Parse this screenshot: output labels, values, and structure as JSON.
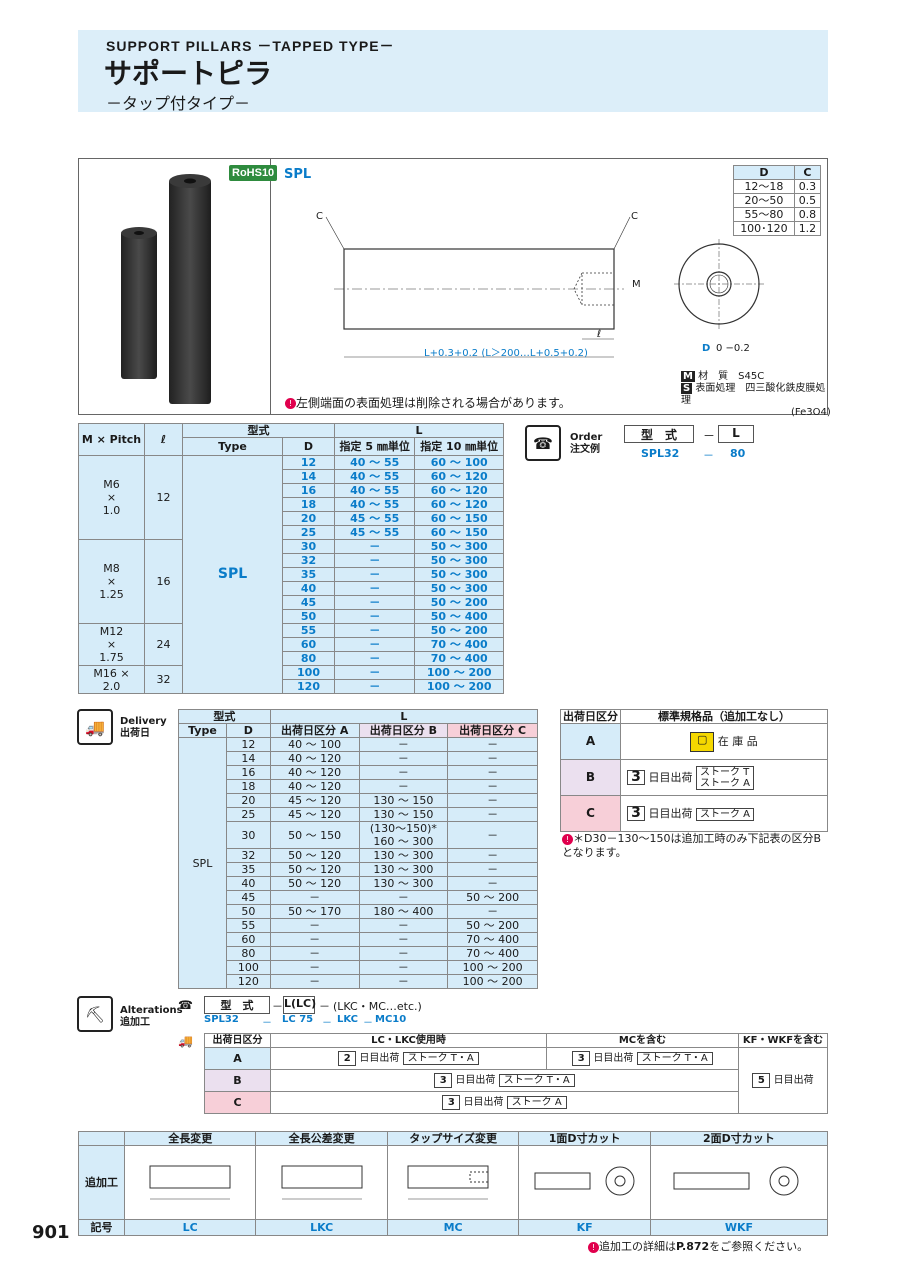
{
  "header": {
    "title_en": "SUPPORT PILLARS －TAPPED TYPE－",
    "title_jp": "サポートピラ",
    "subtitle_jp": "－タップ付タイプ－"
  },
  "product": {
    "rohs": "RoHS10",
    "code": "SPL",
    "drawing": {
      "c": "C",
      "m": "M",
      "l_note": "L+0.3+0.2 (L＞200…L+0.5+0.2)",
      "l_label": "L",
      "ell": "ℓ",
      "d_label": "D",
      "d_tol": "0 −0.2"
    },
    "c_table": {
      "headers": [
        "D",
        "C"
      ],
      "rows": [
        [
          "12～18",
          "0.3"
        ],
        [
          "20～50",
          "0.5"
        ],
        [
          "55～80",
          "0.8"
        ],
        [
          "100･120",
          "1.2"
        ]
      ]
    },
    "material": {
      "m_icon": "M",
      "m_label": "材　質",
      "m_value": "S45C",
      "s_icon": "S",
      "s_label": "表面処理",
      "s_value": "四三酸化鉄皮膜処理",
      "s_value2": "(Fe3O4)"
    },
    "note": "左側端面の表面処理は削除される場合があります。"
  },
  "spec_table": {
    "h_m": "M × Pitch",
    "h_ell": "ℓ",
    "h_type_group": "型式",
    "h_type": "Type",
    "h_d": "D",
    "h_l": "L",
    "h_l5": "指定 5 ㎜単位",
    "h_l10": "指定 10 ㎜単位",
    "type_value": "SPL",
    "groups": [
      {
        "m": "M6",
        "x": "×",
        "p": "1.0",
        "ell": "12"
      },
      {
        "m": "M8",
        "x": "×",
        "p": "1.25",
        "ell": "16"
      },
      {
        "m": "M12",
        "x": "×",
        "p": "1.75",
        "ell": "24"
      },
      {
        "m": "M16 ×",
        "x": "",
        "p": "2.0",
        "ell": "32"
      }
    ],
    "rows": [
      [
        "12",
        "40 ～ 55",
        "60 ～ 100"
      ],
      [
        "14",
        "40 ～ 55",
        "60 ～ 120"
      ],
      [
        "16",
        "40 ～ 55",
        "60 ～ 120"
      ],
      [
        "18",
        "40 ～ 55",
        "60 ～ 120"
      ],
      [
        "20",
        "45 ～ 55",
        "60 ～ 150"
      ],
      [
        "25",
        "45 ～ 55",
        "60 ～ 150"
      ],
      [
        "30",
        "－",
        "50 ～ 300"
      ],
      [
        "32",
        "－",
        "50 ～ 300"
      ],
      [
        "35",
        "－",
        "50 ～ 300"
      ],
      [
        "40",
        "－",
        "50 ～ 300"
      ],
      [
        "45",
        "－",
        "50 ～ 200"
      ],
      [
        "50",
        "－",
        "50 ～ 400"
      ],
      [
        "55",
        "－",
        "50 ～ 200"
      ],
      [
        "60",
        "－",
        "70 ～ 400"
      ],
      [
        "80",
        "－",
        "70 ～ 400"
      ],
      [
        "100",
        "－",
        "100 ～ 200"
      ],
      [
        "120",
        "－",
        "100 ～ 200"
      ]
    ]
  },
  "order": {
    "label_en": "Order",
    "label_jp": "注文例",
    "h1": "型　式",
    "dash": "－",
    "h2": "L",
    "v1": "SPL32",
    "v2": "80"
  },
  "delivery": {
    "label_en": "Delivery",
    "label_jp": "出荷日",
    "h_type_group": "型式",
    "h_type": "Type",
    "h_d": "D",
    "h_l": "L",
    "h_a": "出荷日区分 A",
    "h_b": "出荷日区分 B",
    "h_c": "出荷日区分 C",
    "type_value": "SPL",
    "rows": [
      [
        "12",
        "40 ～ 100",
        "－",
        "－"
      ],
      [
        "14",
        "40 ～ 120",
        "－",
        "－"
      ],
      [
        "16",
        "40 ～ 120",
        "－",
        "－"
      ],
      [
        "18",
        "40 ～ 120",
        "－",
        "－"
      ],
      [
        "20",
        "45 ～ 120",
        "130 ～ 150",
        "－"
      ],
      [
        "25",
        "45 ～ 120",
        "130 ～ 150",
        "－"
      ],
      [
        "30",
        "50 ～ 150",
        "(130～150)* 160 ～ 300",
        "－"
      ],
      [
        "32",
        "50 ～ 120",
        "130 ～ 300",
        "－"
      ],
      [
        "35",
        "50 ～ 120",
        "130 ～ 300",
        "－"
      ],
      [
        "40",
        "50 ～ 120",
        "130 ～ 300",
        "－"
      ],
      [
        "45",
        "－",
        "－",
        "50 ～ 200"
      ],
      [
        "50",
        "50 ～ 170",
        "180 ～ 400",
        "－"
      ],
      [
        "55",
        "－",
        "－",
        "50 ～ 200"
      ],
      [
        "60",
        "－",
        "－",
        "70 ～ 400"
      ],
      [
        "80",
        "－",
        "－",
        "70 ～ 400"
      ],
      [
        "100",
        "－",
        "－",
        "100 ～ 200"
      ],
      [
        "120",
        "－",
        "－",
        "100 ～ 200"
      ]
    ]
  },
  "ship_legend": {
    "h1": "出荷日区分",
    "h2": "標準規格品（追加工なし）",
    "a": "A",
    "a_text": "在 庫 品",
    "b": "B",
    "b_num": "3",
    "b_text": "日目出荷",
    "b_stroke1": "ストーク T",
    "b_stroke2": "ストーク A",
    "c": "C",
    "c_num": "3",
    "c_text": "日目出荷",
    "c_stroke": "ストーク A",
    "note": "＊D30－130～150は追加工時のみ下記表の区分Bとなります。"
  },
  "alterations": {
    "label_en": "Alterations",
    "label_jp": "追加工",
    "order_h1": "型　式",
    "order_h2": "L(LC)",
    "order_h3": "(LKC・MC…etc.)",
    "order_v1": "SPL32",
    "order_v2": "LC 75",
    "order_v3": "LKC",
    "order_v4": "MC10",
    "dash": "－",
    "ship_h": "出荷日区分",
    "ship_h1": "LC・LKC使用時",
    "ship_h2": "MCを含む",
    "ship_h3": "KF・WKFを含む",
    "a": "A",
    "b": "B",
    "c": "C",
    "a1_num": "2",
    "a1_text": "日目出荷",
    "a1_stroke": "ストーク T・A",
    "a2_num": "3",
    "a2_text": "日目出荷",
    "a2_stroke": "ストーク T・A",
    "b_num": "3",
    "b_text": "日目出荷",
    "b_stroke": "ストーク T・A",
    "c_num": "3",
    "c_text": "日目出荷",
    "c_stroke": "ストーク A",
    "kf_num": "5",
    "kf_text": "日目出荷"
  },
  "alt_table": {
    "row_label": "追加工",
    "code_label": "記号",
    "cols": [
      {
        "name": "全長変更",
        "code": "LC"
      },
      {
        "name": "全長公差変更",
        "code": "LKC"
      },
      {
        "name": "タップサイズ変更",
        "code": "MC"
      },
      {
        "name": "1面D寸カット",
        "code": "KF"
      },
      {
        "name": "2面D寸カット",
        "code": "WKF"
      }
    ]
  },
  "page_number": "901",
  "footer_note": "追加工の詳細は",
  "footer_ref": "P.872",
  "footer_note2": "をご参照ください。",
  "colors": {
    "accent": "#0a7cc9",
    "header_bg": "#dceef9",
    "cell_blue": "#d6ecf9",
    "cell_violet": "#ebe0ef",
    "cell_pink": "#f7cfd8"
  }
}
